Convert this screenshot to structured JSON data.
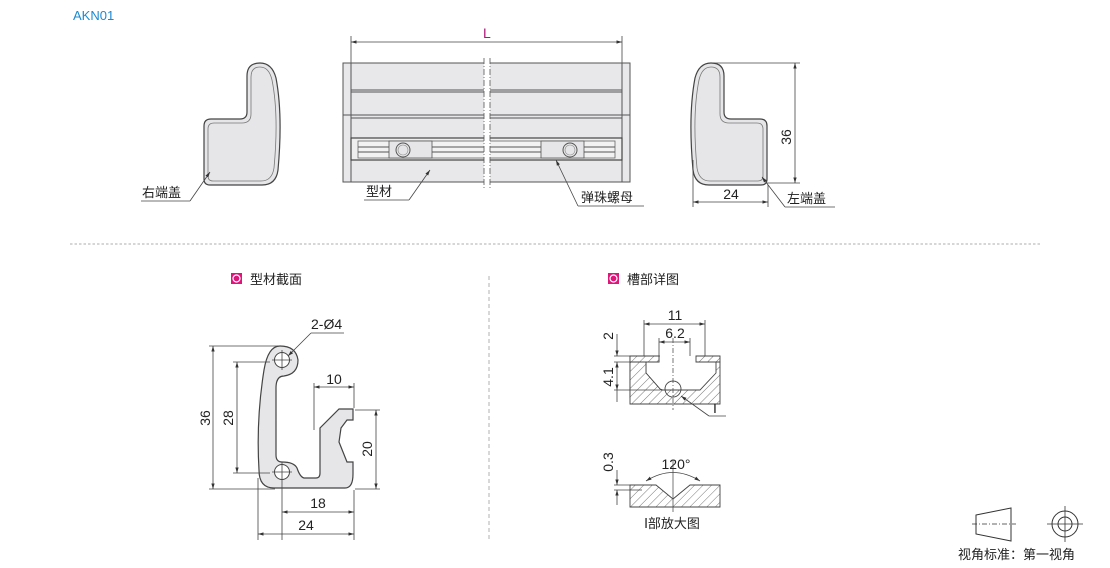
{
  "model": "AKN01",
  "colors": {
    "title": "#1a8ad4",
    "length_label": "#b0187a",
    "bullet": "#e0157a",
    "divider": "#c8c8c8"
  },
  "top_view": {
    "length_label": "L",
    "right_cap_label": "右端盖",
    "profile_label": "型材",
    "nut_label": "弹珠螺母",
    "left_cap_label": "左端盖",
    "left_cap_height": "36",
    "left_cap_width": "24"
  },
  "section": {
    "heading": "型材截面",
    "holes": "2-Ø4",
    "dim_36": "36",
    "dim_28": "28",
    "dim_10": "10",
    "dim_20": "20",
    "dim_18": "18",
    "dim_24": "24"
  },
  "slot_detail": {
    "heading": "槽部详图",
    "dim_11": "11",
    "dim_6_2": "6.2",
    "dim_2": "2",
    "dim_4_1": "4.1",
    "detail_marker": "I",
    "dim_0_3": "0.3",
    "angle": "120°",
    "enlarged_caption": "I部放大图"
  },
  "projection": {
    "label": "视角标准：第一视角"
  }
}
